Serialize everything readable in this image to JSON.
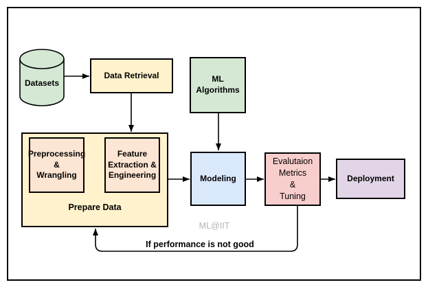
{
  "diagram": {
    "nodes": {
      "datasets": "Datasets",
      "data_retrieval": "Data Retrieval",
      "ml_algorithms": "ML\nAlgorithms",
      "preprocessing": "Preprocessing\n&\nWrangling",
      "feature_extraction": "Feature\nExtraction &\nEngineering",
      "prepare_data": "Prepare Data",
      "modeling": "Modeling",
      "evaluation": "Evalutaion\nMetrics\n&\nTuning",
      "deployment": "Deployment"
    },
    "feedback_label": "If performance is not good",
    "watermark": "ML@IIT",
    "colors": {
      "green": "#d5e8d4",
      "yellow": "#fff2cc",
      "peach": "#fce5d2",
      "blue": "#dae8fc",
      "pink": "#f8cecc",
      "purple": "#e1d5e7",
      "stroke": "#000000",
      "watermark_gray": "#b5b5b5"
    }
  }
}
